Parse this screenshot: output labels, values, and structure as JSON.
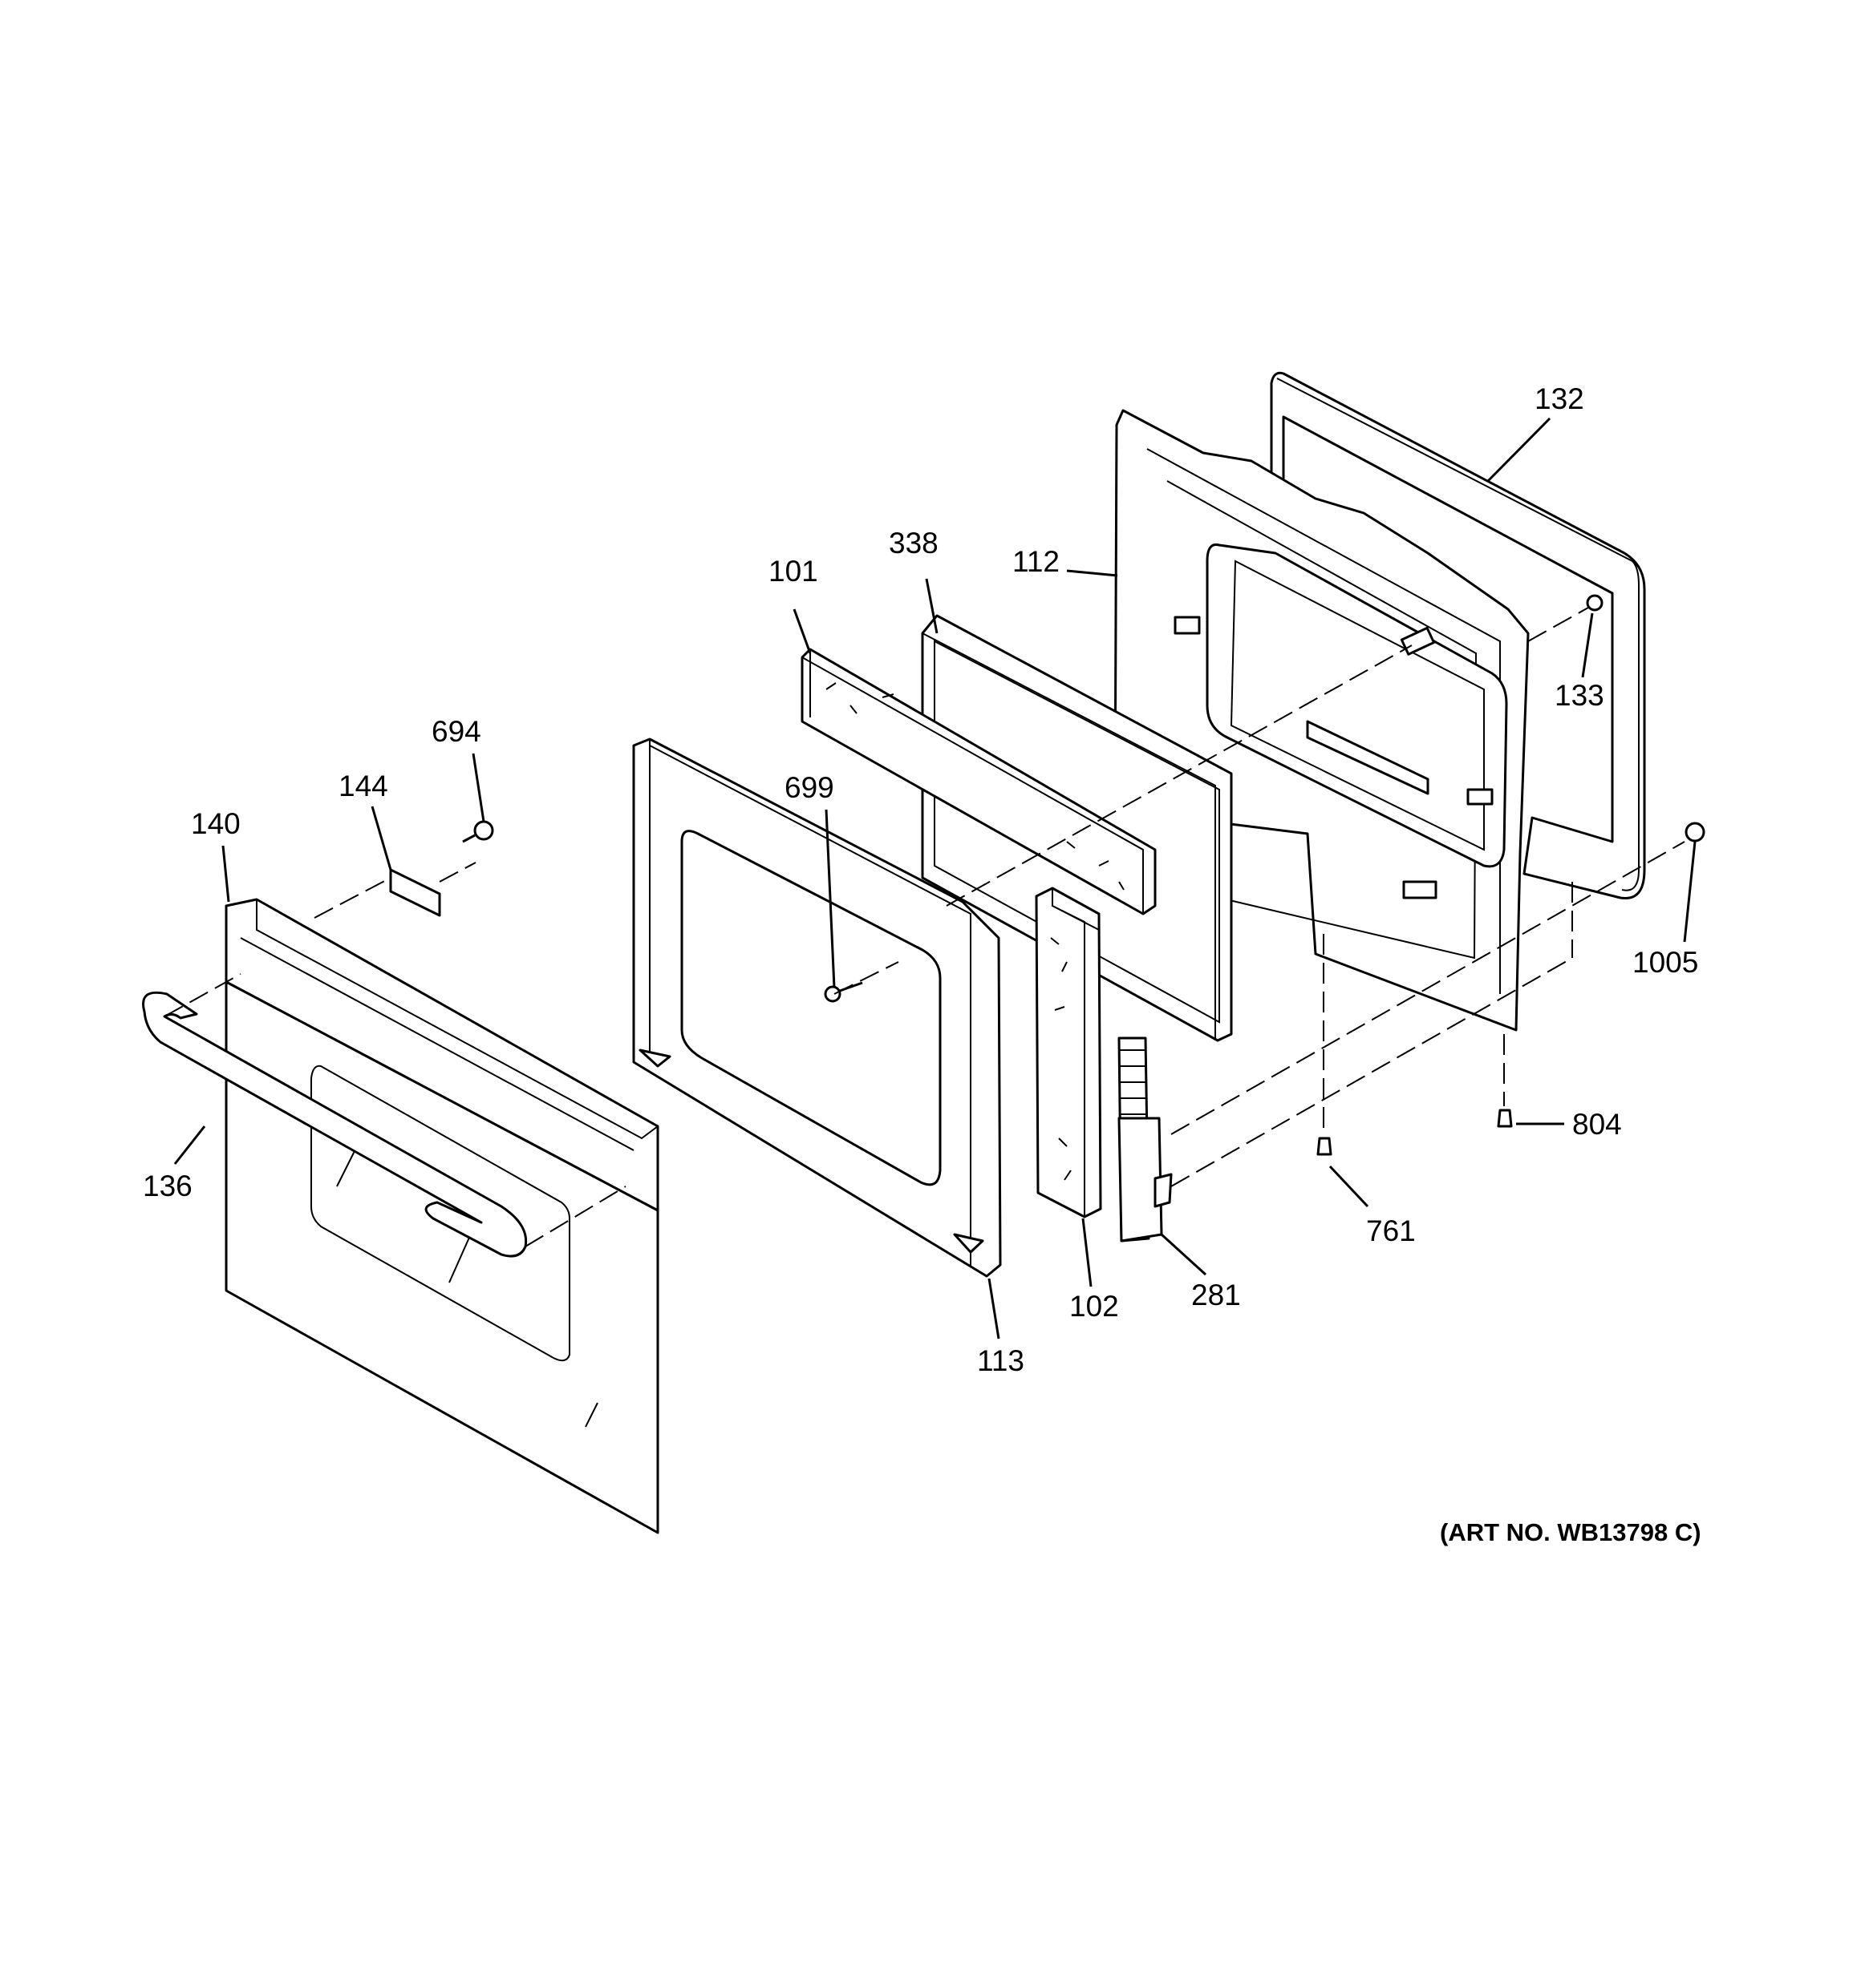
{
  "art_number": "(ART NO. WB13798 C)",
  "part_labels": {
    "p101": "101",
    "p102": "102",
    "p112": "112",
    "p113": "113",
    "p132": "132",
    "p133": "133",
    "p136": "136",
    "p140": "140",
    "p144": "144",
    "p281": "281",
    "p338": "338",
    "p694": "694",
    "p699": "699",
    "p761": "761",
    "p804": "804",
    "p1005": "1005"
  }
}
